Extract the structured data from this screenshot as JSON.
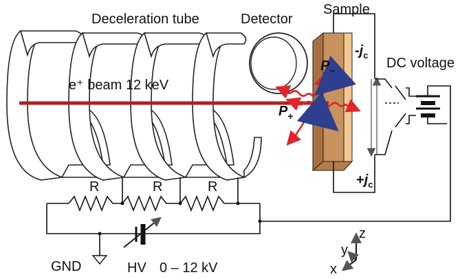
{
  "labels": {
    "deceleration_tube": "Deceleration tube",
    "detector": "Detector",
    "sample": "Sample",
    "dc_voltage": "DC voltage",
    "beam": "e⁺ beam  12 keV",
    "neg_current_sign": "-",
    "pos_current_sign": "+",
    "current_symbol": "j",
    "current_sub": "c",
    "p_symbol": "P",
    "p_minus_sub": "−",
    "p_plus_sub": "+",
    "resistor_1": "R",
    "resistor_2": "R",
    "resistor_3": "R",
    "gnd": "GND",
    "hv": "HV",
    "hv_range": "0 – 12 kV",
    "axis_x": "x",
    "axis_y": "y",
    "axis_z": "z"
  },
  "colors": {
    "beam": "#b21f1f",
    "photon": "#e0262a",
    "sample_front": "#c8925f",
    "sample_side": "#a7713f",
    "sample_edge": "#f2c790",
    "spin_arrow": "#2d3f8e"
  }
}
